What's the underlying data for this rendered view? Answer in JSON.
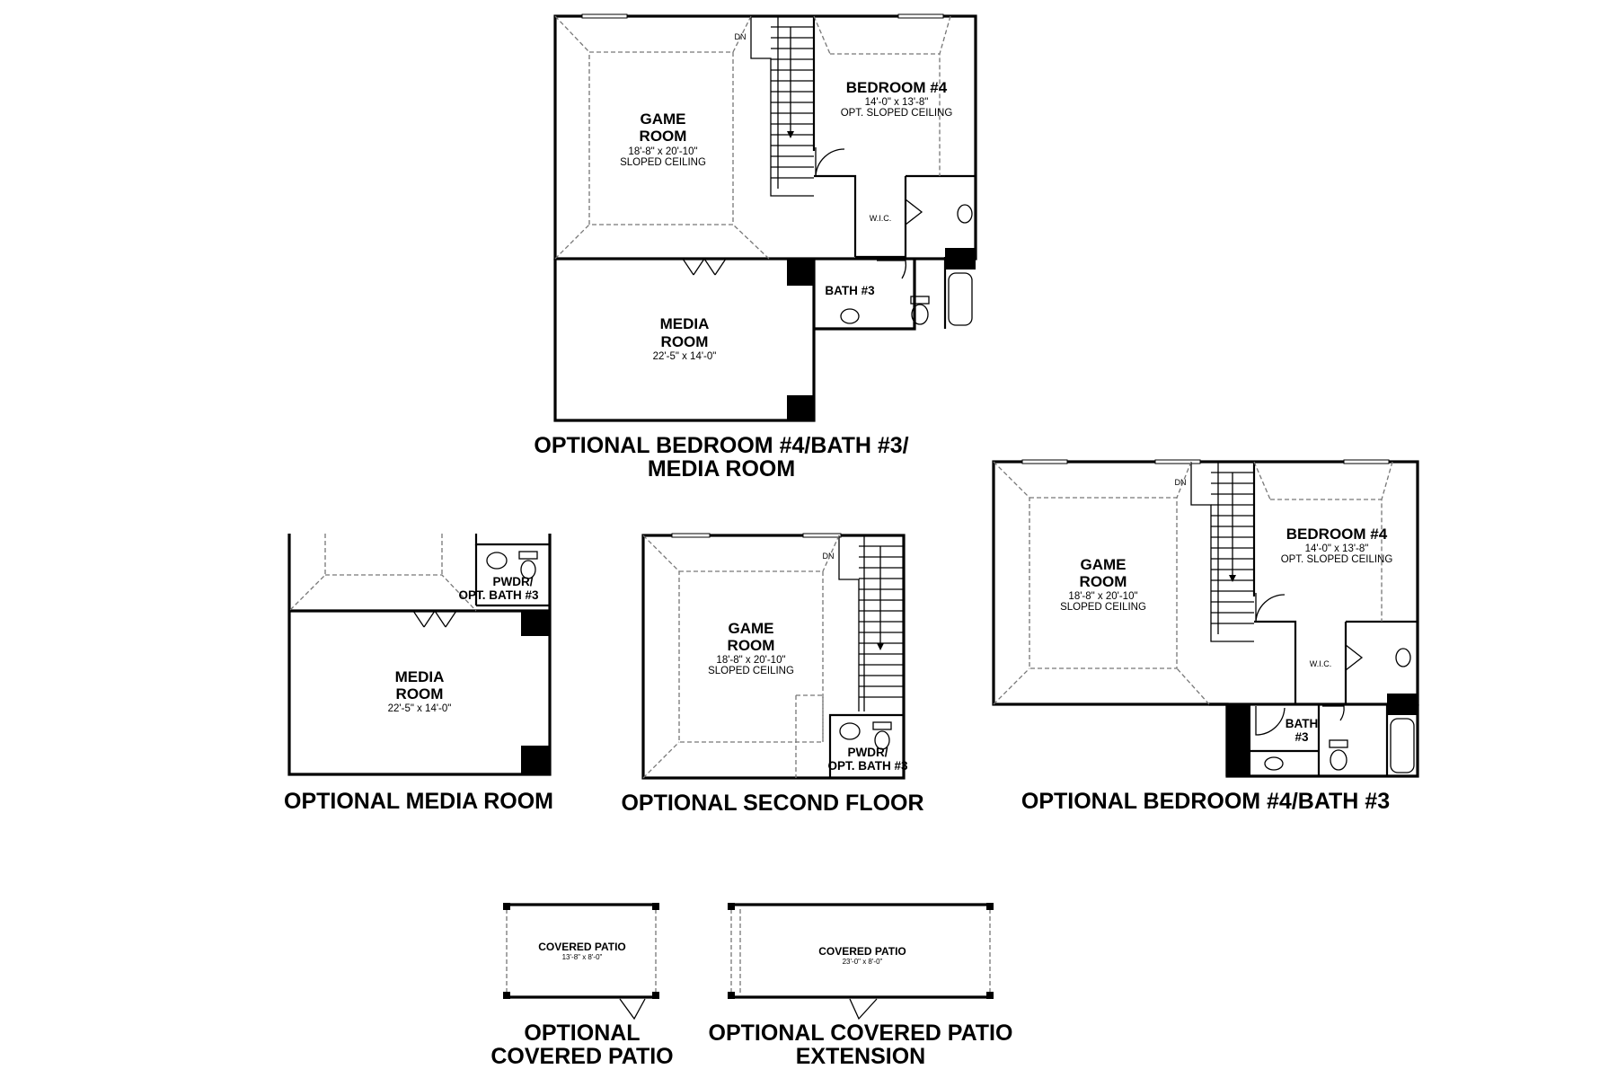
{
  "plans": {
    "bed_bath_media": {
      "title_line1": "OPTIONAL BEDROOM #4/BATH #3/",
      "title_line2": "MEDIA ROOM",
      "game_room": {
        "name1": "GAME",
        "name2": "ROOM",
        "dims": "18'-8\" x 20'-10\"",
        "note": "SLOPED CEILING"
      },
      "bedroom": {
        "name": "BEDROOM #4",
        "dims": "14'-0\" x 13'-8\"",
        "note": "OPT. SLOPED CEILING"
      },
      "wic": "W.I.C.",
      "bath": "BATH  #3",
      "media_room": {
        "name1": "MEDIA",
        "name2": "ROOM",
        "dims": "22'-5\" x 14'-0\""
      },
      "stair": "DN"
    },
    "media_room": {
      "title": "OPTIONAL MEDIA ROOM",
      "powder_line1": "PWDR/",
      "powder_line2": "OPT. BATH #3",
      "media_room": {
        "name1": "MEDIA",
        "name2": "ROOM",
        "dims": "22'-5\" x 14'-0\""
      }
    },
    "second_floor": {
      "title": "OPTIONAL SECOND FLOOR",
      "stair": "DN",
      "game_room": {
        "name1": "GAME",
        "name2": "ROOM",
        "dims": "18'-8\" x 20'-10\"",
        "note": "SLOPED CEILING"
      },
      "powder_line1": "PWDR/",
      "powder_line2": "OPT. BATH #3"
    },
    "bed_bath": {
      "title": "OPTIONAL BEDROOM #4/BATH #3",
      "stair": "DN",
      "game_room": {
        "name1": "GAME",
        "name2": "ROOM",
        "dims": "18'-8\" x 20'-10\"",
        "note": "SLOPED CEILING"
      },
      "bedroom": {
        "name": "BEDROOM #4",
        "dims": "14'-0\" x 13'-8\"",
        "note": "OPT. SLOPED CEILING"
      },
      "wic": "W.I.C.",
      "bath_line1": "BATH",
      "bath_line2": "#3"
    },
    "covered_patio": {
      "title_line1": "OPTIONAL",
      "title_line2": "COVERED PATIO",
      "name": "COVERED PATIO",
      "dims": "13'-8\" x 8'-0\""
    },
    "patio_extension": {
      "title_line1": "OPTIONAL COVERED PATIO",
      "title_line2": "EXTENSION",
      "name": "COVERED PATIO",
      "dims": "23'-0\" x 8'-0\""
    }
  }
}
